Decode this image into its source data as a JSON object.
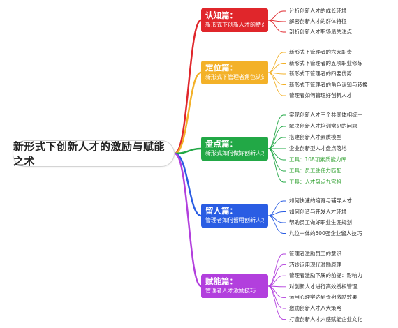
{
  "root": "新形式下创新人才的激励与赋能之术",
  "branches": [
    {
      "title": "认知篇：",
      "sub": "新形式下创新人才的特点",
      "color": "#e0262b",
      "leaves": [
        {
          "text": "分析创新人才的成长环境"
        },
        {
          "text": "解密创新人才的群体特征"
        },
        {
          "text": "剖析创新人才职场最关注点"
        }
      ]
    },
    {
      "title": "定位篇：",
      "sub": "新形式下管理者角色认知",
      "color": "#f3b128",
      "leaves": [
        {
          "text": "新形式下管理者的六大职责"
        },
        {
          "text": "新形式下管理者的五项职业修炼"
        },
        {
          "text": "新形式下管理者的四要优势"
        },
        {
          "text": "新形式下管理者的角色认知与转换"
        },
        {
          "text": "管理者如何管理好创新人才"
        }
      ]
    },
    {
      "title": "盘点篇：",
      "sub": "新形式如何做好创新人才盘点",
      "color": "#22a846",
      "leaves": [
        {
          "text": "实现创新人才三个共同体相统一"
        },
        {
          "text": "解决创新人才培训常见的问题"
        },
        {
          "text": "搭建创新人才素质模型"
        },
        {
          "text": "企业创新型人才盘点落地"
        },
        {
          "text": "工具：108项素质能力库",
          "green": true
        },
        {
          "text": "工具：员工胜任力匹配",
          "green": true
        },
        {
          "text": "工具：人才盘点九宫格",
          "green": true
        }
      ]
    },
    {
      "title": "留人篇：",
      "sub": "管理者如何留用创新人才",
      "color": "#2a5de3",
      "leaves": [
        {
          "text": "如何快速的培育与辅导人才"
        },
        {
          "text": "如何创造与开发人才环境"
        },
        {
          "text": "帮助员工做好职业生涯规划"
        },
        {
          "text": "九位一体的500强企业留人技巧"
        }
      ]
    },
    {
      "title": "赋能篇：",
      "sub": "管理者人才激励技巧",
      "color": "#b23fdd",
      "leaves": [
        {
          "text": "管理者激励员工的意识"
        },
        {
          "text": "巧妙运用现代激励原理"
        },
        {
          "text": "管理者激励下属的前提：影响力"
        },
        {
          "text": "对创新人才进行高效授权管理"
        },
        {
          "text": "运用心理学达到长期激励效果"
        },
        {
          "text": "激励创新人才八大策略"
        },
        {
          "text": "打造创新人才六感赋能企业文化"
        }
      ]
    }
  ]
}
